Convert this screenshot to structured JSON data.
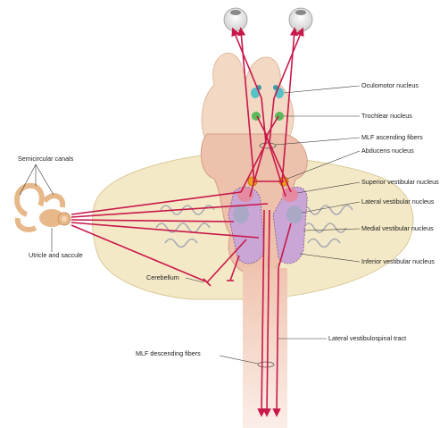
{
  "labels": {
    "semicircular_canals": "Semicircular canals",
    "utricle_saccule": "Utricle and saccule",
    "cerebellum": "Cerebellum",
    "oculomotor": "Oculomotor nucleus",
    "trochlear": "Trochlear nucleus",
    "mlf_ascending": "MLF ascending fibers",
    "abducens": "Abducens nucleus",
    "superior_vestibular": "Superior vestibular nucleus",
    "lateral_vestibular": "Lateral vestibular nucleus",
    "medial_vestibular": "Medial vestibular nucleus",
    "inferior_vestibular": "Inferior vestibular nucleus",
    "lateral_vestibulospinal": "Lateral vestibulospinal tract",
    "mlf_descending": "MLF descending fibers"
  },
  "colors": {
    "pathway": "#c8184a",
    "cerebellum": "#f4e9c6",
    "brainstem": "#efc9b3",
    "vestibular_nuclei": "#c9a6d6",
    "oculomotor": "#56c1c9",
    "trochlear": "#5cb85c",
    "abducens": "#f0a020",
    "inner_ear": "#e7b98a"
  }
}
